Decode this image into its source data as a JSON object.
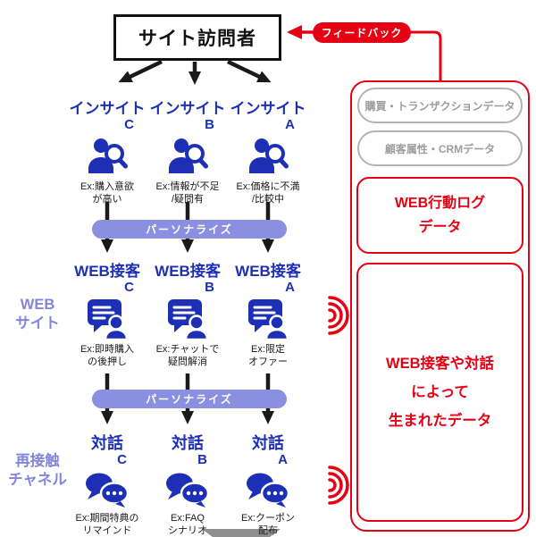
{
  "visitor": {
    "title": "サイト訪問者"
  },
  "feedback": {
    "label": "フィードバック"
  },
  "personalize": {
    "label": "パーソナライズ"
  },
  "side_labels": {
    "web_site": "WEB\nサイト",
    "recontact": "再接触\nチャネル"
  },
  "rows": {
    "insight": {
      "items": [
        {
          "label": "インサイト",
          "variant": "C",
          "ex": "Ex:購入意欲\nが高い"
        },
        {
          "label": "インサイト",
          "variant": "B",
          "ex": "Ex:情報が不足\n/疑問有"
        },
        {
          "label": "インサイト",
          "variant": "A",
          "ex": "Ex:価格に不満\n/比較中"
        }
      ]
    },
    "web_service": {
      "items": [
        {
          "label": "WEB接客",
          "variant": "C",
          "ex": "Ex:即時購入\nの後押し"
        },
        {
          "label": "WEB接客",
          "variant": "B",
          "ex": "Ex:チャットで\n疑問解消"
        },
        {
          "label": "WEB接客",
          "variant": "A",
          "ex": "Ex:限定\nオファー"
        }
      ]
    },
    "dialogue": {
      "items": [
        {
          "label": "対話",
          "variant": "C",
          "ex": "Ex:期間特典の\nリマインド"
        },
        {
          "label": "対話",
          "variant": "B",
          "ex": "Ex:FAQ\nシナリオ"
        },
        {
          "label": "対話",
          "variant": "A",
          "ex": "Ex:クーポン\n配布"
        }
      ]
    }
  },
  "panel": {
    "inactive": [
      "購買・トランザクションデータ",
      "顧客属性・CRMデータ"
    ],
    "active": [
      "WEB行動ログ\nデータ",
      "WEB接客や対話\nによって\n生まれたデータ"
    ]
  },
  "colors": {
    "blue": "#1c2fb5",
    "purple": "#8b8fe0",
    "red": "#e60013",
    "gray": "#9c9c9c"
  }
}
